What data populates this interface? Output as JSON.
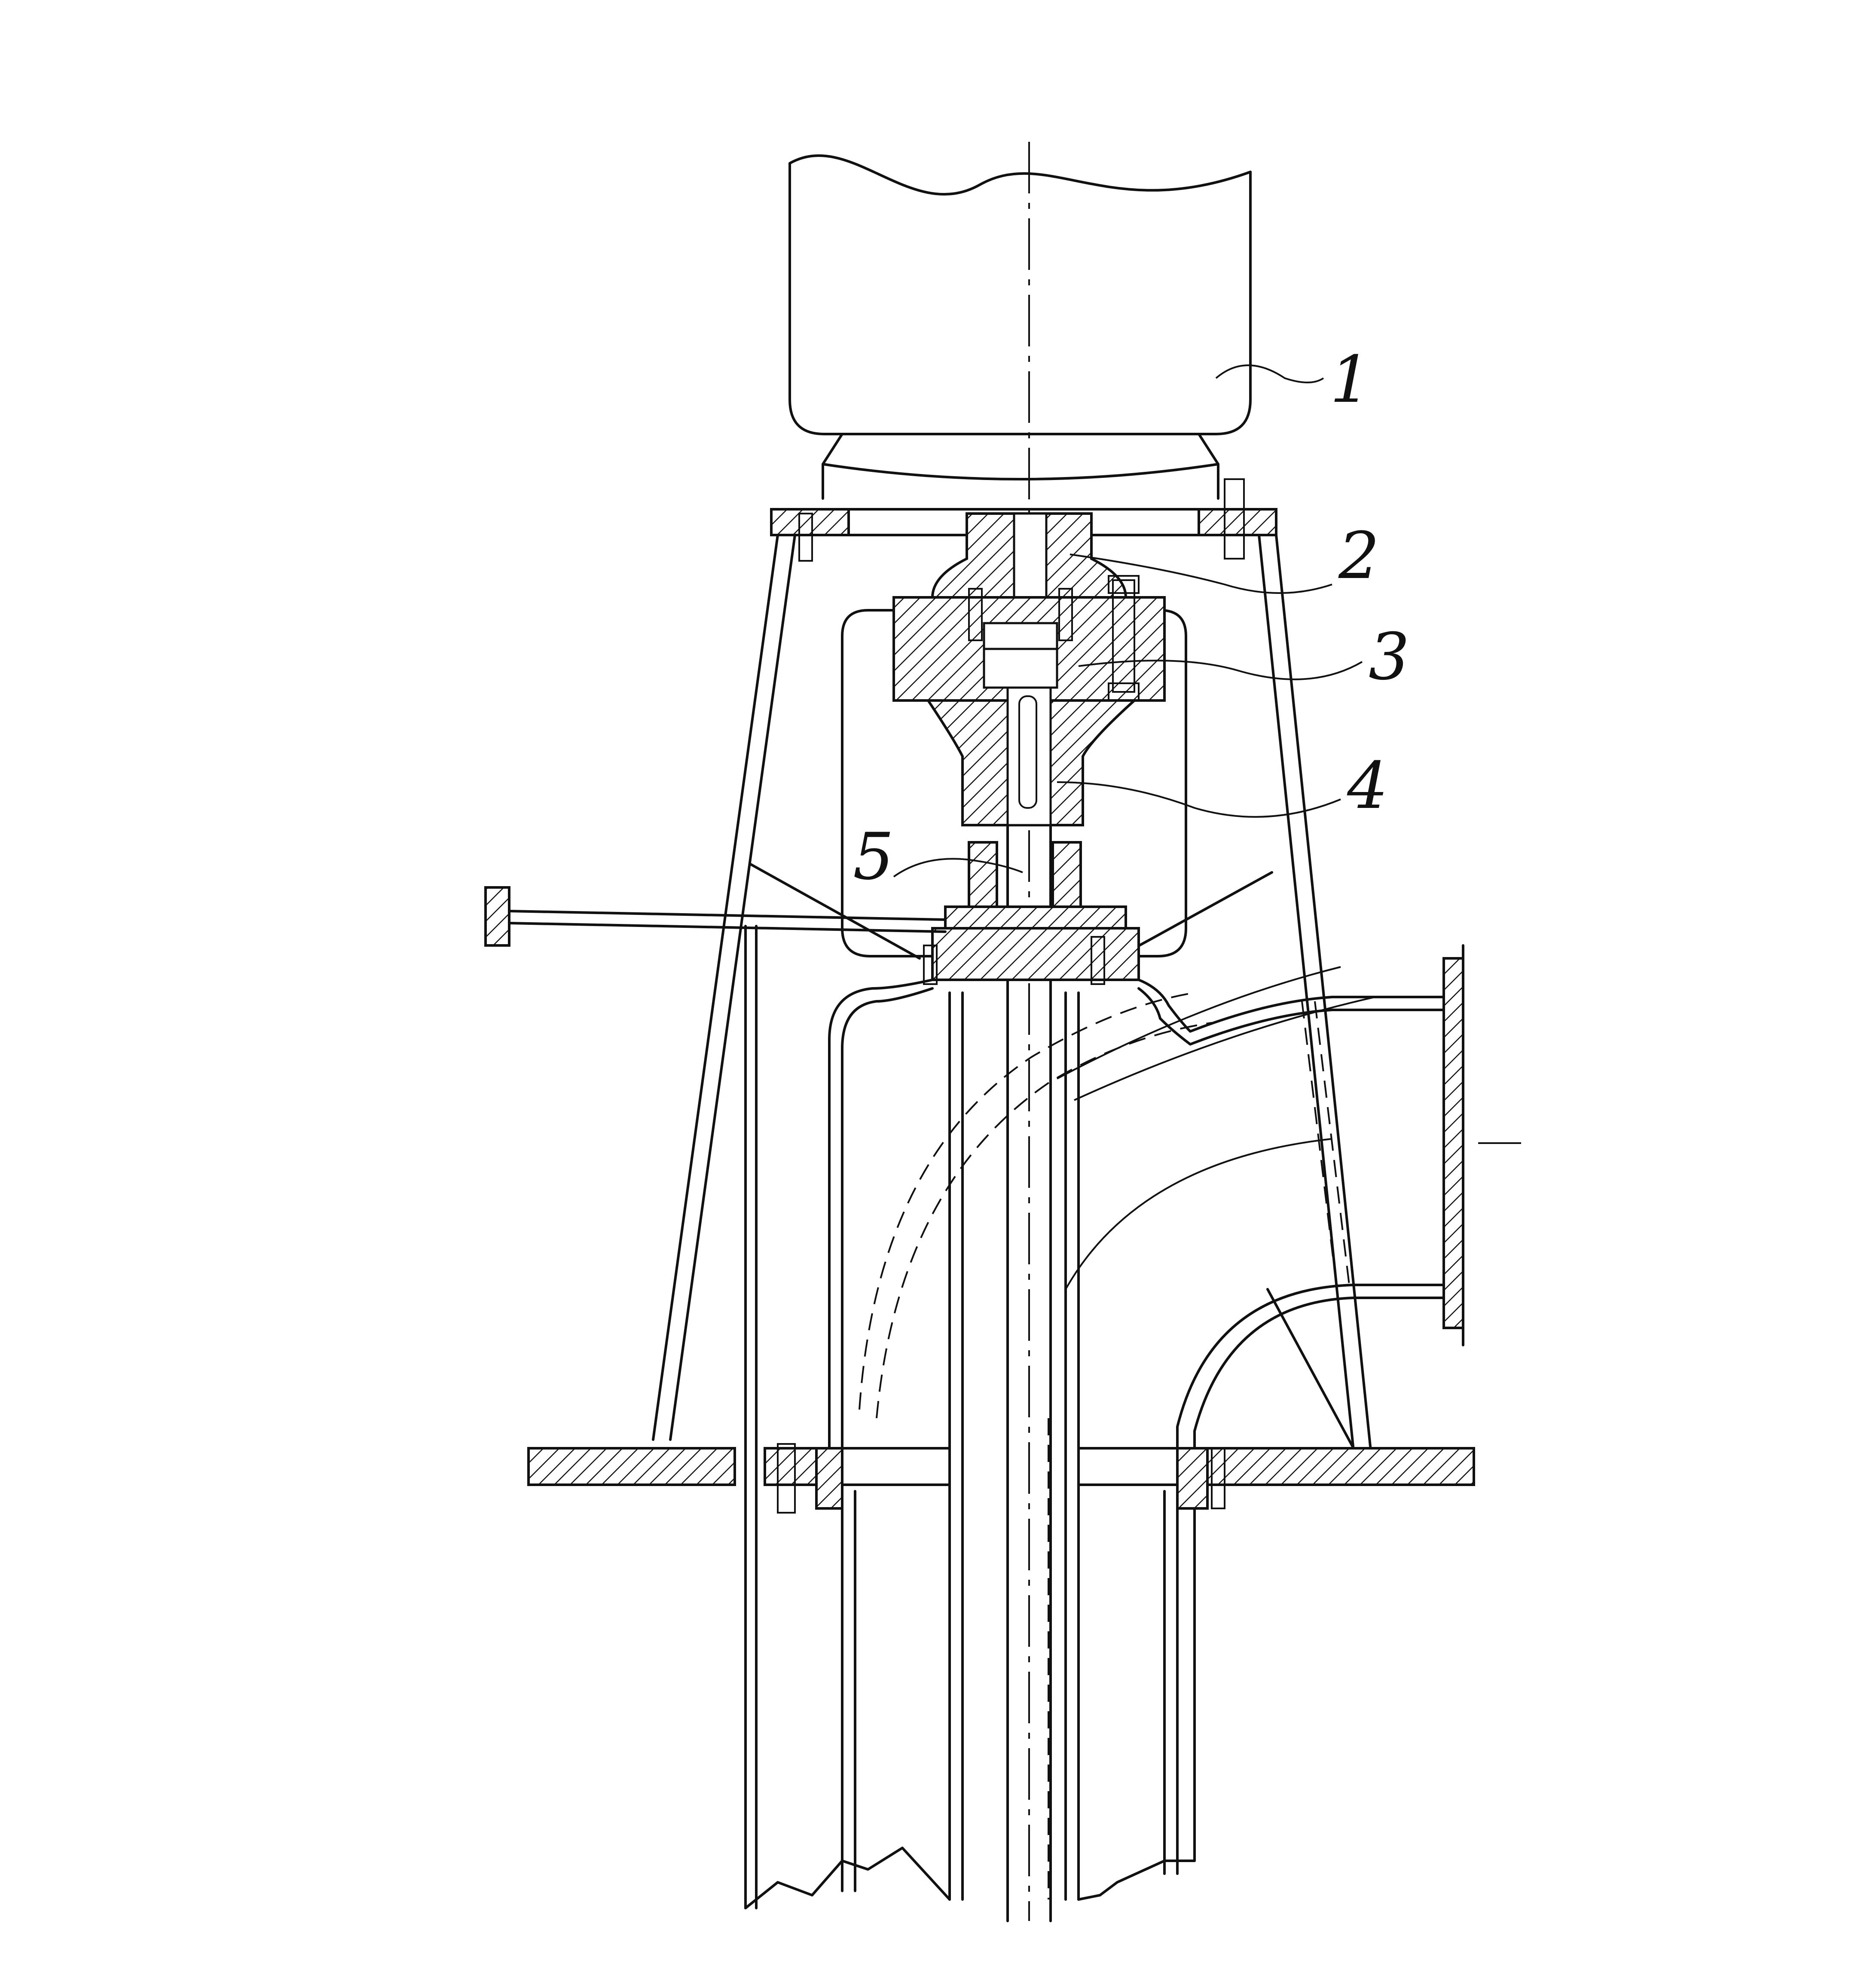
{
  "labels": {
    "motor": "1",
    "upper_coupling": "2",
    "coupling_bolts": "3",
    "lower_coupling": "4",
    "seal": "5"
  }
}
